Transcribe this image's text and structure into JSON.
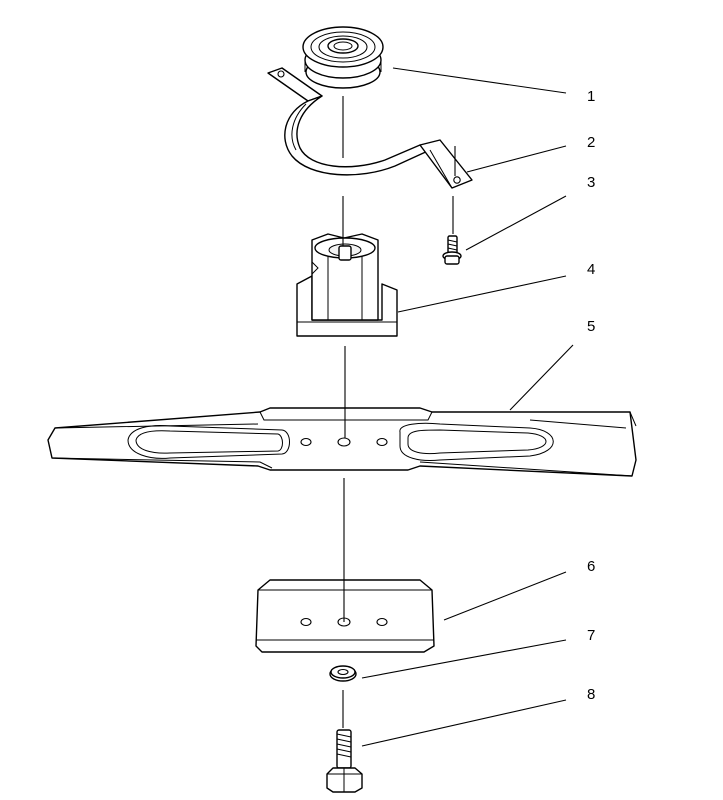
{
  "callouts": [
    {
      "number": "1",
      "part": "idler-pulley"
    },
    {
      "number": "2",
      "part": "pulley-bracket"
    },
    {
      "number": "3",
      "part": "bracket-screw"
    },
    {
      "number": "4",
      "part": "blade-adapter"
    },
    {
      "number": "5",
      "part": "mower-blade"
    },
    {
      "number": "6",
      "part": "blade-stiffener"
    },
    {
      "number": "7",
      "part": "washer"
    },
    {
      "number": "8",
      "part": "blade-bolt"
    }
  ]
}
